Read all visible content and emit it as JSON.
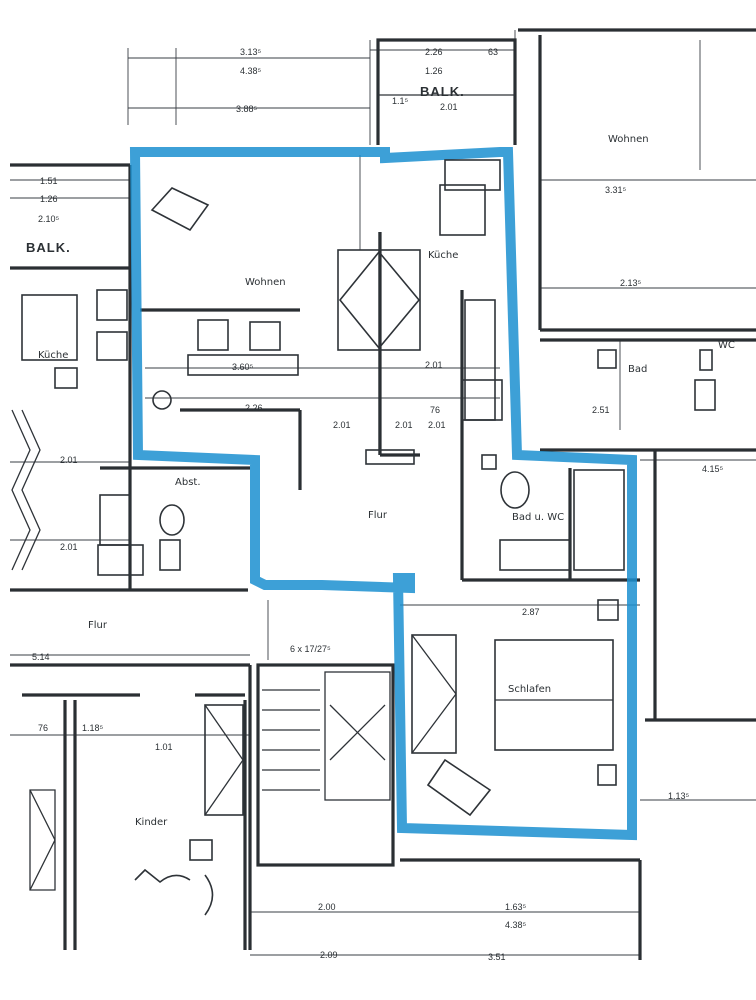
{
  "colors": {
    "apartment_outline": "#1b8fd0",
    "paper": "#ffffff",
    "ink": "#2b3034"
  },
  "rooms": {
    "wohnen": "Wohnen",
    "kueche": "Küche",
    "flur": "Flur",
    "bad_wc": "Bad u. WC",
    "schlafen": "Schlafen",
    "abst": "Abst.",
    "balk_top": "BALK.",
    "balk_left": "BALK.",
    "kueche_left": "Küche",
    "flur_left": "Flur",
    "kinder": "Kinder",
    "wohnen_right": "Wohnen",
    "bad_right": "Bad",
    "wc_right": "WC"
  },
  "dimensions": {
    "top_a": "3.13⁵",
    "top_b": "4.38⁵",
    "top_c": "2.26",
    "top_d": "1.26",
    "top_e": "2.01",
    "top_f": "3.88⁵",
    "top_g": "1.1⁵",
    "left_a": "1.51",
    "left_b": "1.26",
    "left_c": "2.10⁵",
    "mid_wohnen": "3.60⁵",
    "mid_kueche": "2.01",
    "mid_a": "2.26",
    "mid_b": "2.01",
    "mid_c": "2.01",
    "mid_d": "76",
    "mid_e": "2.01",
    "right_a": "3.31⁵",
    "right_b": "2.13⁵",
    "right_c": "2.51",
    "right_d": "4.15⁵",
    "left_mid": "2.01",
    "left_low": "2.01",
    "schlafen_w": "2.87",
    "stair": "6 x 17/27⁵",
    "bottom_a": "2.00",
    "bottom_b": "1.63⁵",
    "bottom_c": "4.38⁵",
    "bottom_d": "2.09",
    "bottom_e": "3.51",
    "kinder_a": "1.18⁵",
    "kinder_b": "1.01",
    "right_low": "1.13⁵",
    "left_edge": "5.14",
    "small_a": "63",
    "small_b": "76"
  }
}
